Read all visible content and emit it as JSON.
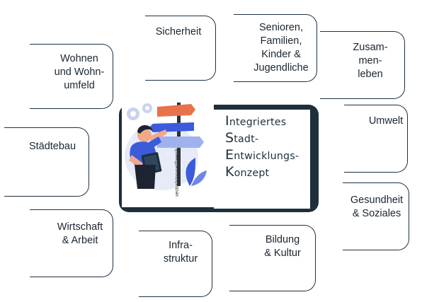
{
  "center": {
    "title_lines": [
      {
        "initial": "I",
        "rest": "ntegriertes"
      },
      {
        "initial": "S",
        "rest": "tadt-"
      },
      {
        "initial": "E",
        "rest": "ntwicklungs-"
      },
      {
        "initial": "K",
        "rest": "onzept"
      }
    ],
    "image_credit": "vector/storyset/freepik",
    "illustration_icon": "person-with-signpost-illustration"
  },
  "topics": {
    "sicherheit": "Sicherheit",
    "senioren": "Senioren,\nFamilien,\nKinder &\nJugendliche",
    "zusammenleben": "Zusam-\nmen-\nleben",
    "wohnen": "Wohnen\nund Wohn-\numfeld",
    "umwelt": "Umwelt",
    "staedtebau": "Städtebau",
    "gesundheit": "Gesundheit\n& Soziales",
    "wirtschaft": "Wirtschaft\n& Arbeit",
    "bildung": "Bildung\n& Kultur",
    "infrastruktur": "Infra-\nstruktur"
  },
  "colors": {
    "frame": "#1d2f3a",
    "accent_blue": "#3b5bdb",
    "orange": "#e8734a"
  }
}
